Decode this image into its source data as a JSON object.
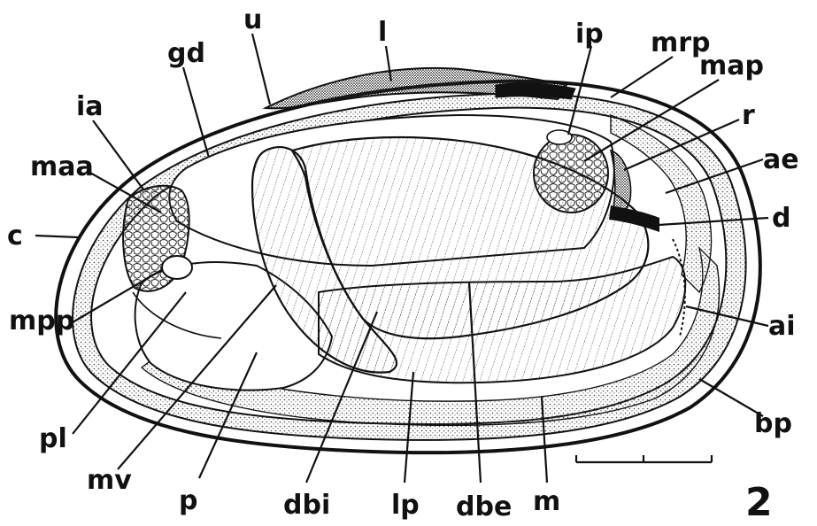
{
  "figure_number": "2",
  "labels": {
    "u": "u",
    "l": "l",
    "ip": "ip",
    "mrp": "mrp",
    "map": "map",
    "r": "r",
    "ae": "ae",
    "d": "d",
    "ai": "ai",
    "bp": "bp",
    "gd": "gd",
    "ia": "ia",
    "maa": "maa",
    "c": "c",
    "mpp": "mpp",
    "pl": "pl",
    "mv": "mv",
    "p": "p",
    "dbi": "dbi",
    "lp": "lp",
    "dbe": "dbe",
    "m": "m"
  },
  "colors": {
    "ink": "#111111",
    "paper": "#ffffff",
    "stipple": "#555555"
  }
}
